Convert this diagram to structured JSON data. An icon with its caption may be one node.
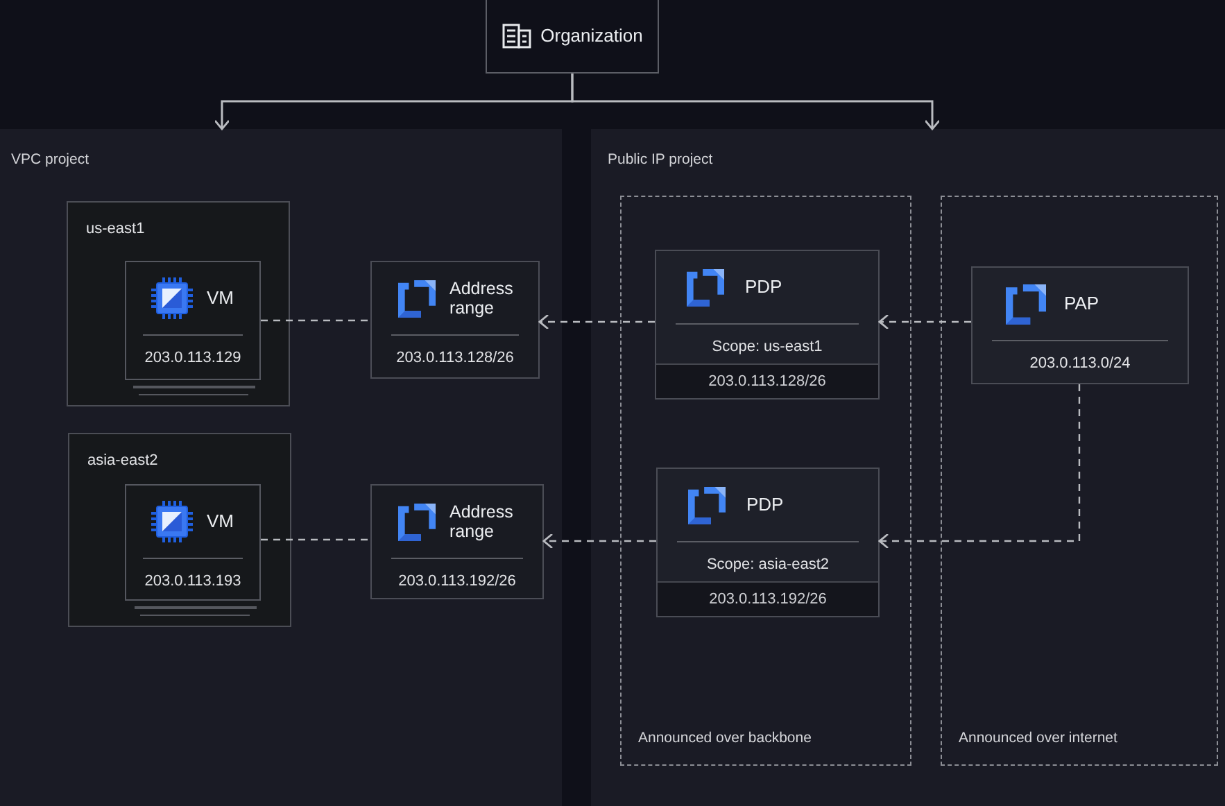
{
  "diagram": {
    "nodes": [
      {
        "text": [
          "Organization"
        ]
      },
      {
        "text": [
          "VPC project"
        ]
      },
      {
        "text": [
          "us-east1"
        ],
        "in": 1
      },
      {
        "text": [
          "VM",
          "203.0.113.129"
        ],
        "in": 2
      },
      {
        "text": [
          "Address range",
          "203.0.113.128/26"
        ],
        "in": 1
      },
      {
        "text": [
          "asia-east2"
        ],
        "in": 1
      },
      {
        "text": [
          "VM",
          "203.0.113.193"
        ],
        "in": 5
      },
      {
        "text": [
          "Address range",
          "203.0.113.192/26"
        ],
        "in": 1
      },
      {
        "text": [
          "Public IP project"
        ]
      },
      {
        "text": [
          "Announced over backbone"
        ],
        "in": 8
      },
      {
        "text": [
          "PDP",
          "Scope: us-east1",
          "203.0.113.128/26"
        ],
        "in": 9
      },
      {
        "text": [
          "PDP",
          "Scope: asia-east2",
          "203.0.113.192/26"
        ],
        "in": 9
      },
      {
        "text": [
          "Announced over internet"
        ],
        "in": 8
      },
      {
        "text": [
          "PAP",
          "203.0.113.0/24"
        ],
        "in": 12
      }
    ],
    "edges": [
      {
        "from": 0,
        "to": 1,
        "arrow": "to"
      },
      {
        "from": 0,
        "to": 8,
        "arrow": "to"
      },
      {
        "from": 3,
        "to": 4,
        "arrow": "none",
        "style": "dashed"
      },
      {
        "from": 10,
        "to": 4,
        "arrow": "to",
        "style": "dashed"
      },
      {
        "from": 13,
        "to": 10,
        "arrow": "to",
        "style": "dashed"
      },
      {
        "from": 6,
        "to": 7,
        "arrow": "none",
        "style": "dashed"
      },
      {
        "from": 11,
        "to": 7,
        "arrow": "to",
        "style": "dashed"
      },
      {
        "from": 13,
        "to": 11,
        "arrow": "to",
        "style": "dashed"
      }
    ]
  }
}
